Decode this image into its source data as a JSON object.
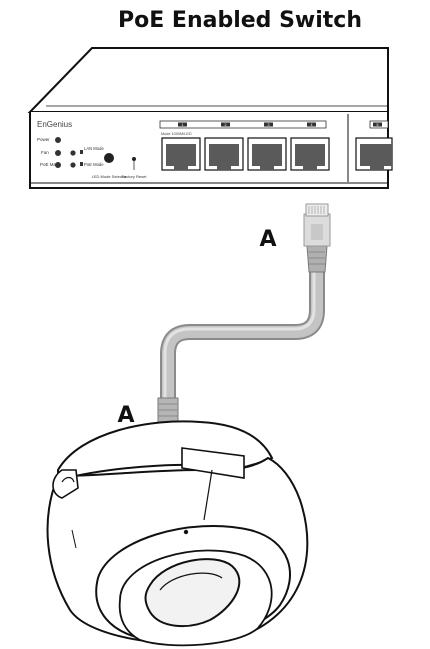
{
  "title": "PoE Enabled Switch",
  "callout_label": "A",
  "switch": {
    "brand": "EnGenius",
    "indicators": [
      "Power",
      "Fan",
      "PoE Max"
    ],
    "mode_labels": [
      "LAN Mode",
      "PoE Mode"
    ],
    "buttons": [
      "LED Mode Selector",
      "Factory Reset"
    ],
    "port_header": "Mode  1000M/LED",
    "port_numbers": [
      "1",
      "2",
      "3",
      "4",
      "5"
    ]
  },
  "colors": {
    "line": "#111111",
    "port": "#555555",
    "cable": "#b8b8b8",
    "cable_edge": "#8a8a8a"
  }
}
